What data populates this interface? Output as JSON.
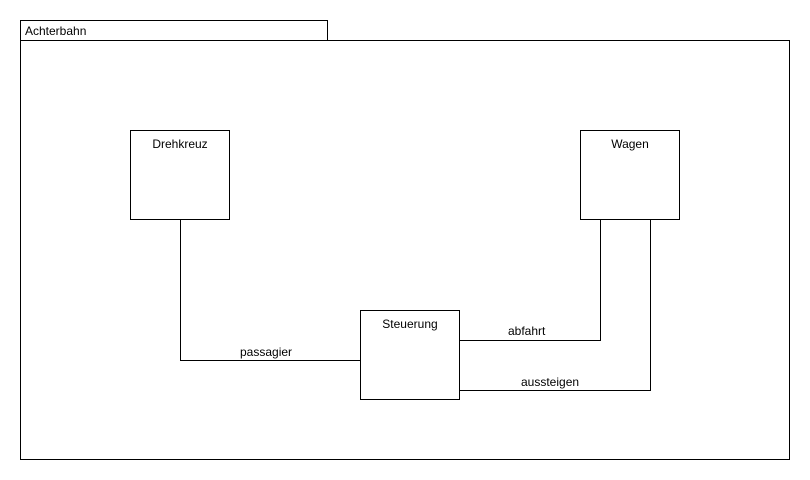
{
  "package": {
    "name": "Achterbahn"
  },
  "components": {
    "drehkreuz": "Drehkreuz",
    "wagen": "Wagen",
    "steuerung": "Steuerung"
  },
  "connections": {
    "passagier": "passagier",
    "abfahrt": "abfahrt",
    "aussteigen": "aussteigen"
  },
  "colors": {
    "line": "#000000",
    "background": "#ffffff"
  }
}
